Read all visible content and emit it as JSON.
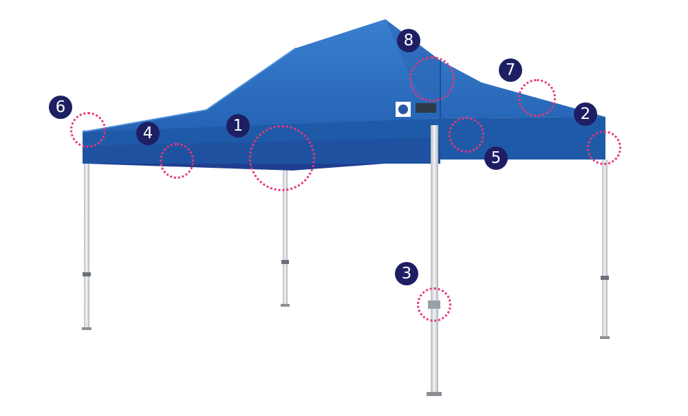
{
  "callouts": [
    {
      "id": "callout-1",
      "label": "1"
    },
    {
      "id": "callout-2",
      "label": "2"
    },
    {
      "id": "callout-3",
      "label": "3"
    },
    {
      "id": "callout-4",
      "label": "4"
    },
    {
      "id": "callout-5",
      "label": "5"
    },
    {
      "id": "callout-6",
      "label": "6"
    },
    {
      "id": "callout-7",
      "label": "7"
    },
    {
      "id": "callout-8",
      "label": "8"
    }
  ],
  "colors": {
    "canopy_top": "#2f6fc0",
    "canopy_side": "#1f5aa8",
    "frame": "#d9dde2",
    "badge": "#1e1f63",
    "marker": "#e8367a"
  }
}
